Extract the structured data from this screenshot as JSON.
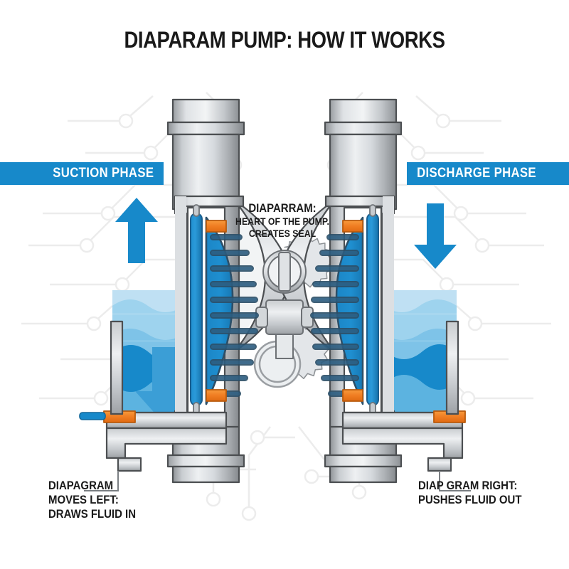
{
  "page": {
    "title": "DIAPARAM PUMP: HOW IT WORKS",
    "background_color": "#ffffff",
    "accent_blue": "#1789ca",
    "fluid_blue": "#5cb3e0",
    "fluid_blue_dark": "#1789ca",
    "seal_orange": "#f07d22",
    "metal_gray": "#b8bcc0",
    "text_color": "#1a1a1a"
  },
  "banners": {
    "left": {
      "label": "SUCTION PHASE",
      "color": "#1789ca",
      "text_color": "#ffffff"
    },
    "right": {
      "label": "DISCHARGE PHASE",
      "color": "#1789ca",
      "text_color": "#ffffff"
    }
  },
  "arrows": {
    "left_side": {
      "name": "up-arrow",
      "direction": "up",
      "color": "#1789ca"
    },
    "right_side": {
      "name": "down-arrow",
      "direction": "down",
      "color": "#1789ca"
    },
    "left_chamber": {
      "name": "down-arrow",
      "direction": "down",
      "color": "#3b9ed6"
    }
  },
  "labels": {
    "center": {
      "line1": "DIAPARRAM:",
      "line2": "HEART OF THE PUMP.",
      "line3": "CREATES SEAL"
    },
    "bottom_left": {
      "line1": "DIAPAGRAM",
      "line2": "MOVES LEFT:",
      "line3": "DRAWS FLUID IN"
    },
    "bottom_right": {
      "line1": "DIAP GRAM RIGHT:",
      "line2": "PUSHES FLUID OUT"
    }
  },
  "diagram": {
    "type": "diaphragm-pump-cross-section",
    "components": [
      "upper-left-pipe",
      "upper-right-pipe",
      "lower-left-pipe",
      "lower-right-pipe",
      "left-diaphragm",
      "right-diaphragm",
      "left-fluid-chamber",
      "right-fluid-chamber",
      "center-valve-assembly",
      "connecting-rod",
      "left-orange-seal",
      "right-orange-seal",
      "left-base-manifold",
      "right-base-manifold"
    ],
    "diaphragm_rib_count": 11,
    "background_pattern": "circuit-traces"
  }
}
